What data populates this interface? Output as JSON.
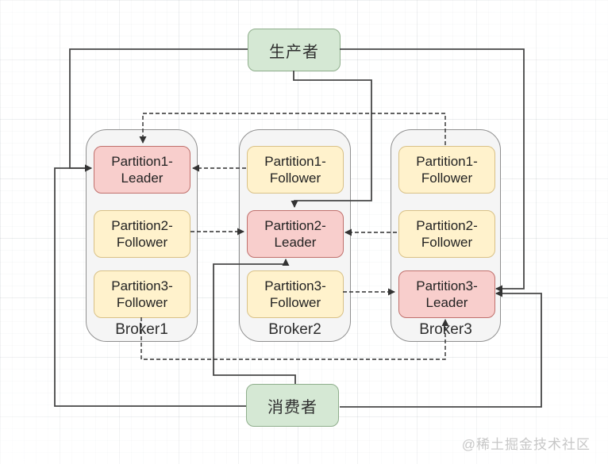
{
  "diagram": {
    "producer": {
      "label": "生产者"
    },
    "consumer": {
      "label": "消费者"
    },
    "brokers": [
      {
        "name": "Broker1",
        "partitions": [
          {
            "label_line1": "Partition1-",
            "label_line2": "Leader",
            "role": "leader"
          },
          {
            "label_line1": "Partition2-",
            "label_line2": "Follower",
            "role": "follower"
          },
          {
            "label_line1": "Partition3-",
            "label_line2": "Follower",
            "role": "follower"
          }
        ]
      },
      {
        "name": "Broker2",
        "partitions": [
          {
            "label_line1": "Partition1-",
            "label_line2": "Follower",
            "role": "follower"
          },
          {
            "label_line1": "Partition2-",
            "label_line2": "Leader",
            "role": "leader"
          },
          {
            "label_line1": "Partition3-",
            "label_line2": "Follower",
            "role": "follower"
          }
        ]
      },
      {
        "name": "Broker3",
        "partitions": [
          {
            "label_line1": "Partition1-",
            "label_line2": "Follower",
            "role": "follower"
          },
          {
            "label_line1": "Partition2-",
            "label_line2": "Follower",
            "role": "follower"
          },
          {
            "label_line1": "Partition3-",
            "label_line2": "Leader",
            "role": "leader"
          }
        ]
      }
    ],
    "edges": {
      "solid_meaning": "produce / consume flows",
      "dashed_meaning": "follower replication to leader"
    },
    "colors": {
      "leader_fill": "#f8cecc",
      "leader_border": "#c0706c",
      "follower_fill": "#fff2cc",
      "follower_border": "#d9c186",
      "endpoint_fill": "#d5e8d4",
      "endpoint_border": "#8fae8c",
      "broker_fill": "#f5f5f5",
      "broker_border": "#909090",
      "solid_line": "#474747",
      "dashed_line": "#2f2f2f"
    },
    "watermark": "@稀土掘金技术社区"
  }
}
